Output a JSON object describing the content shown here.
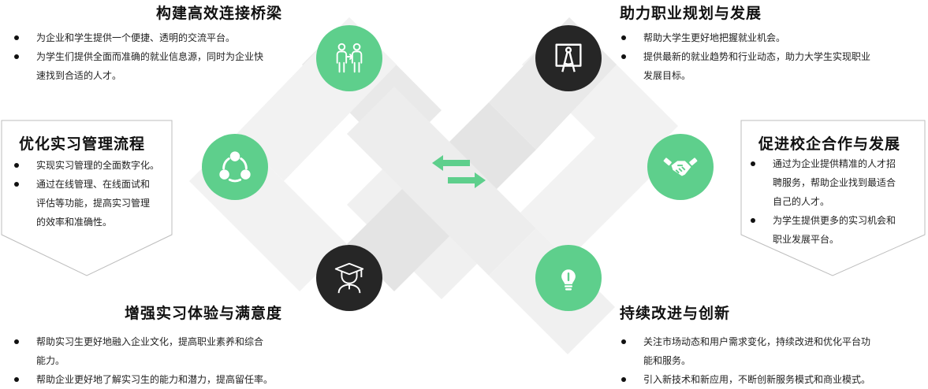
{
  "colors": {
    "accent": "#5ecf8c",
    "dark": "#262626",
    "ribbon": "#ececec"
  },
  "sections": {
    "top_left": {
      "title": "构建高效连接桥梁",
      "icon": "collaboration-people-icon",
      "items": [
        "为企业和学生提供一个便捷、透明的交流平台。",
        "为学生们提供全面而准确的就业信息源，同时为企业快",
        "速找到合适的人才。"
      ]
    },
    "mid_left": {
      "title": "优化实习管理流程",
      "icon": "share-network-icon",
      "items": [
        "实现实习管理的全面数字化。",
        "通过在线管理、在线面试和",
        "评估等功能，提高实习管理",
        "的效率和准确性。"
      ]
    },
    "bottom_left": {
      "title": "增强实习体验与满意度",
      "icon": "graduate-icon",
      "items": [
        "帮助实习生更好地融入企业文化，提高职业素养和综合",
        "能力。",
        "帮助企业更好地了解实习生的能力和潜力，提高留任率。"
      ]
    },
    "top_right": {
      "title": "助力职业规划与发展",
      "icon": "drafting-compass-icon",
      "items": [
        "帮助大学生更好地把握就业机会。",
        "提供最新的就业趋势和行业动态，助力大学生实现职业",
        "发展目标。"
      ]
    },
    "mid_right": {
      "title": "促进校企合作与发展",
      "icon": "handshake-icon",
      "items": [
        "通过为企业提供精准的人才招",
        "聘服务，帮助企业找到最适合",
        "自己的人才。",
        "为学生提供更多的实习机会和",
        "职业发展平台。"
      ]
    },
    "bottom_right": {
      "title": "持续改进与创新",
      "icon": "lightbulb-icon",
      "items": [
        "关注市场动态和用户需求变化，持续改进和优化平台功",
        "能和服务。",
        "引入新技术和新应用，不断创新服务模式和商业模式。"
      ]
    }
  },
  "center_icon": "exchange-arrows-icon"
}
